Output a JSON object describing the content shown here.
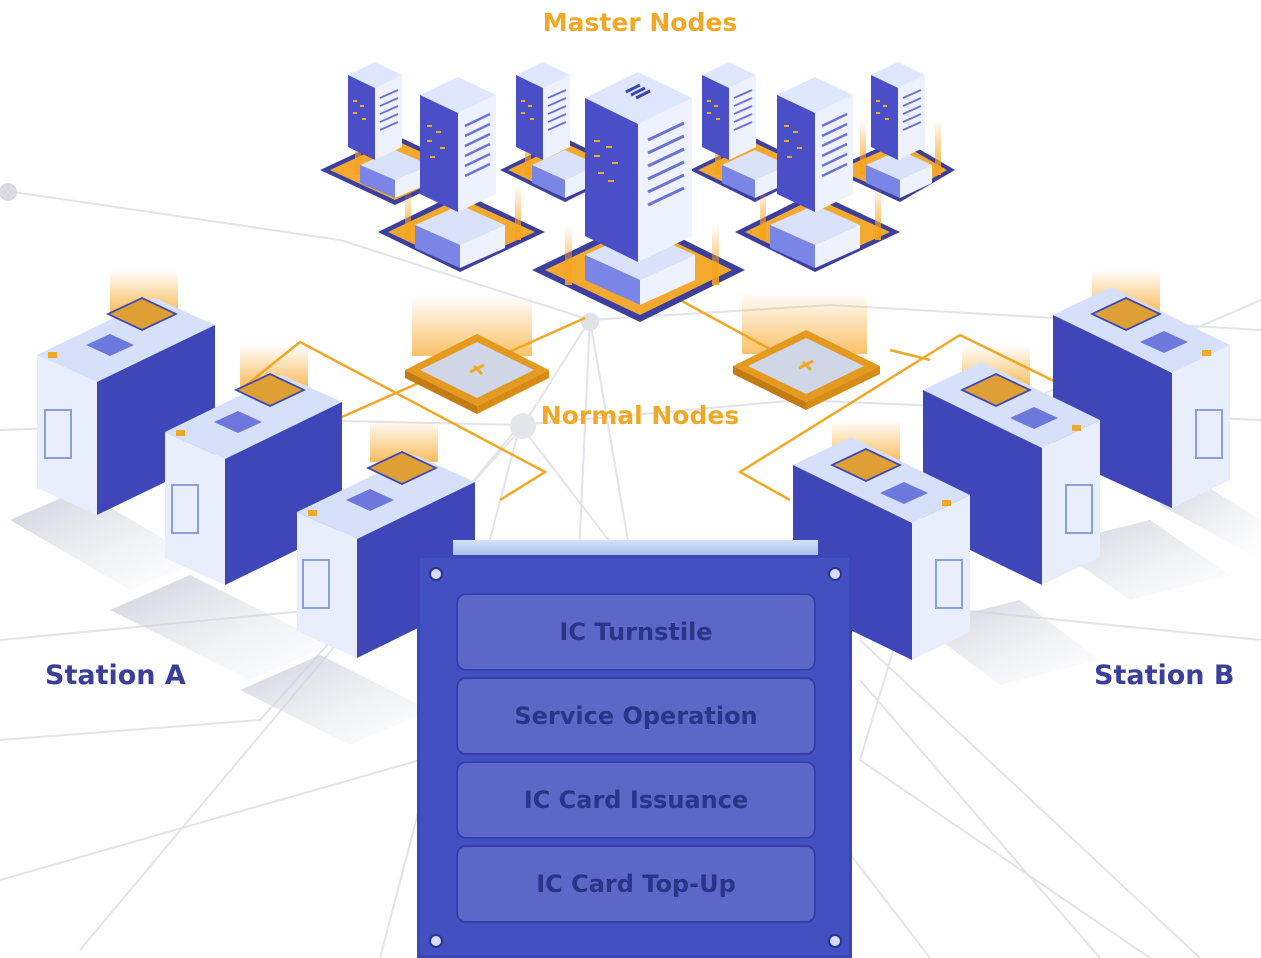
{
  "labels": {
    "master_nodes": "Master Nodes",
    "normal_nodes": "Normal Nodes",
    "station_a": "Station A",
    "station_b": "Station B"
  },
  "services_panel": {
    "modules": [
      {
        "label": "IC Turnstile"
      },
      {
        "label": "Service Operation"
      },
      {
        "label": "IC Card Issuance"
      },
      {
        "label": "IC Card Top-Up"
      }
    ]
  },
  "colors": {
    "accent_orange": "#f0a826",
    "navy_text": "#3a3f9a",
    "panel_blue": "#4350c2",
    "module_blue": "#5c67c8",
    "server_blue": "#4a4fc8"
  }
}
